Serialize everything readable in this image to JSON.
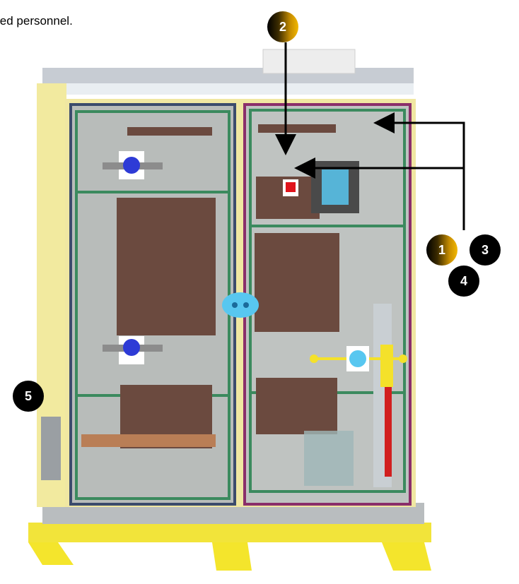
{
  "caption": "ied personnel.",
  "markers": [
    {
      "id": "1",
      "style": "gold"
    },
    {
      "id": "2",
      "style": "gold"
    },
    {
      "id": "3",
      "style": "black"
    },
    {
      "id": "4",
      "style": "black"
    },
    {
      "id": "5",
      "style": "black"
    }
  ],
  "colors": {
    "cabinet_frame": "#f3e99a",
    "panel_glass": "#bfc4c2",
    "green_rail": "#3b8a5e",
    "busbar": "#6b4a3f",
    "pallet": "#f1e12a",
    "handle": "#58c7f0"
  }
}
